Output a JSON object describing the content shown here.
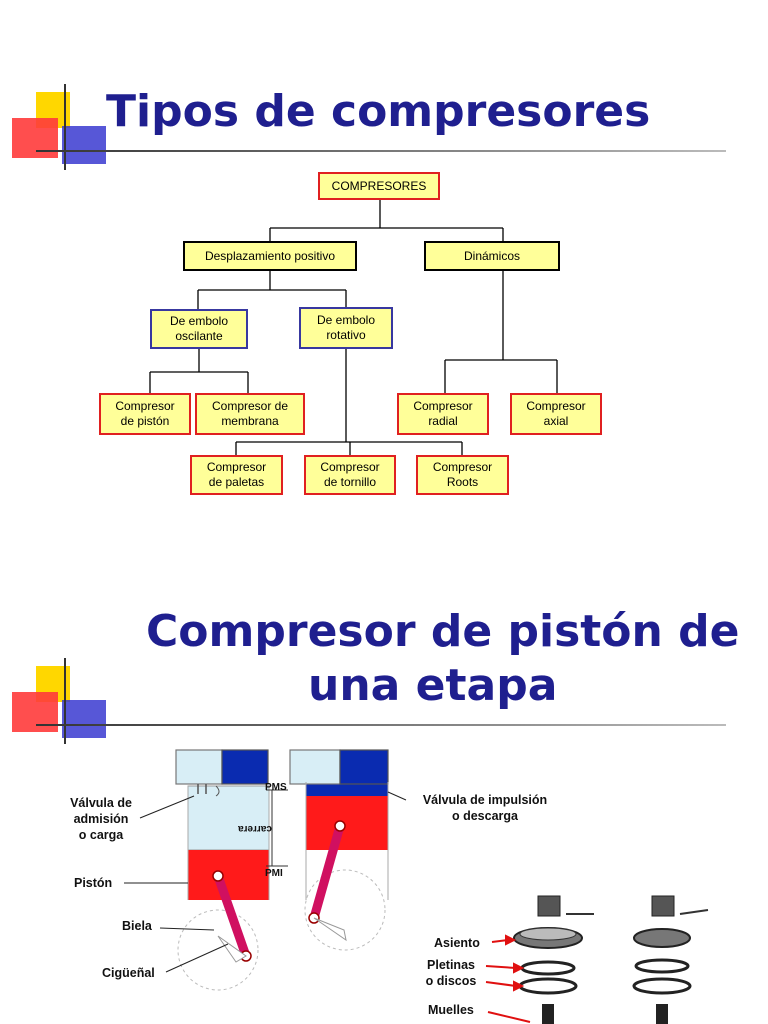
{
  "slide1": {
    "title": "Tipos de compresores",
    "nodes": {
      "root": "COMPRESORES",
      "positive": "Desplazamiento positivo",
      "dynamic": "Dinámicos",
      "oscillating": "De embolo\noscilante",
      "rotary": "De embolo\nrotativo",
      "piston": "Compresor\nde pistón",
      "membrane": "Compresor de\nmembrana",
      "radial": "Compresor\nradial",
      "axial": "Compresor\naxial",
      "vanes": "Compresor\nde paletas",
      "screw": "Compresor\nde tornillo",
      "roots": "Compresor\nRoots"
    }
  },
  "slide2": {
    "title_line1": "Compresor de pistón de",
    "title_line2": "una etapa",
    "labels": {
      "intake_valve": "Válvula de\nadmisión\no carga",
      "piston": "Pistón",
      "rod": "Biela",
      "crank": "Cigüeñal",
      "discharge_valve": "Válvula de impulsión\no descarga",
      "pms": "PMS",
      "pmi": "PMI",
      "stroke": "carrera",
      "seat": "Asiento",
      "plates": "Pletinas\no discos",
      "springs": "Muelles"
    }
  },
  "colors": {
    "title": "#1f1f8f",
    "node_fill": "#ffff99",
    "node_red_border": "#e02020",
    "piston_red": "#ff1a1a",
    "cylinder_blue": "#0a2bb0",
    "cylinder_fill": "#d8eef6",
    "deco_yellow": "#ffd700",
    "deco_red": "#ff3333",
    "deco_blue": "#3a3ad0"
  }
}
